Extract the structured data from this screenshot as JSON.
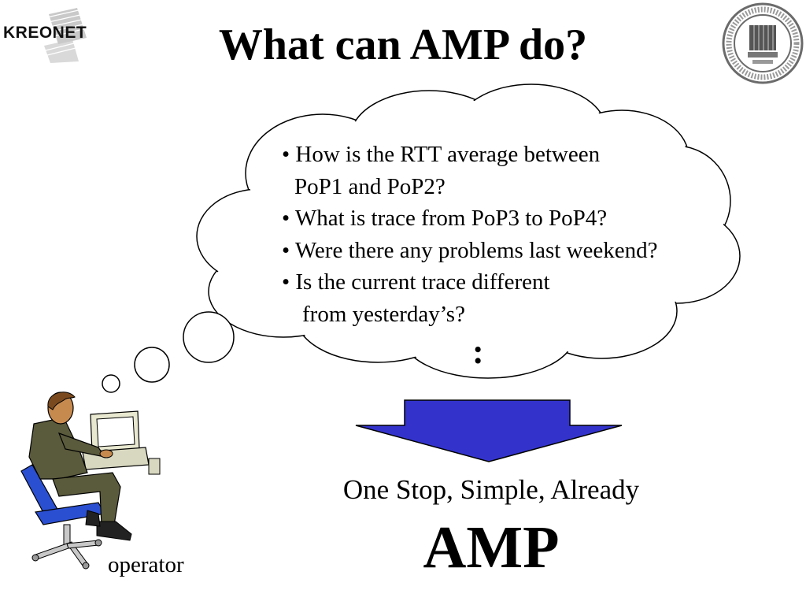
{
  "slide": {
    "title": "What can AMP do?",
    "logo_text": "KREONET",
    "questions": [
      "• How is the RTT average between",
      "PoP1 and PoP2?",
      "• What is trace from PoP3 to PoP4?",
      "• Were there any problems last weekend?",
      "• Is the current trace different",
      "from yesterday’s?"
    ],
    "ellipsis": ":",
    "tagline": "One Stop, Simple, Already",
    "product": "AMP",
    "operator_label": "operator"
  },
  "colors": {
    "arrow_fill": "#3333cc",
    "chair_blue": "#2b4fd1",
    "suit": "#5a5a3c",
    "skin": "#c68a4f",
    "hair": "#7a4a1e"
  },
  "icons": [
    "kreonet-logo-icon",
    "institution-seal-icon",
    "thought-cloud-icon",
    "down-arrow-icon",
    "operator-at-computer-icon"
  ]
}
